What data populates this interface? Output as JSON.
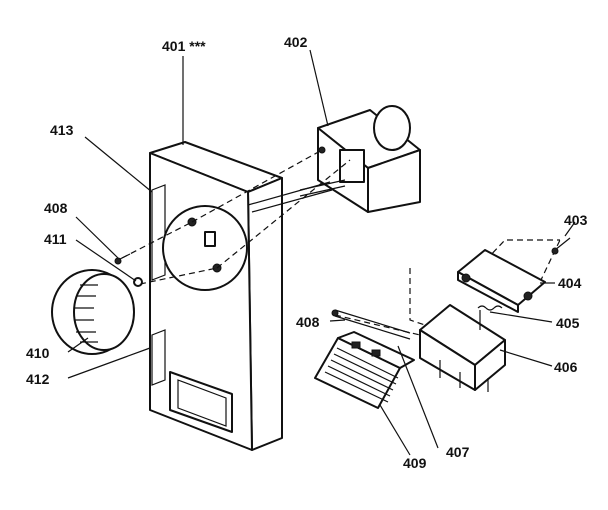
{
  "labels": {
    "p401": "401 ***",
    "p402": "402",
    "p403": "403",
    "p404": "404",
    "p405": "405",
    "p406": "406",
    "p407": "407",
    "p408a": "408",
    "p408b": "408",
    "p409": "409",
    "p410": "410",
    "p411": "411",
    "p412": "412",
    "p413": "413"
  }
}
